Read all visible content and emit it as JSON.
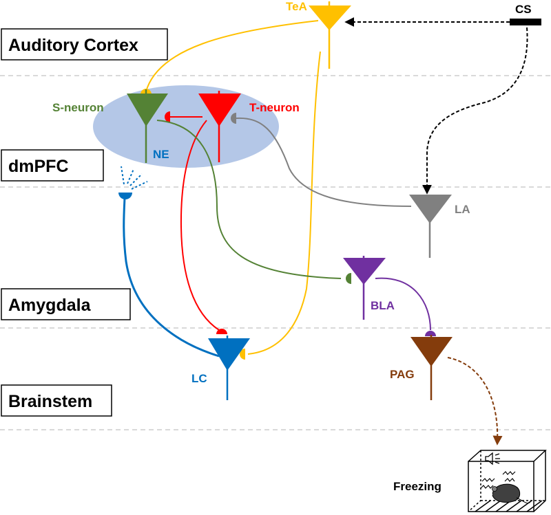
{
  "regions": {
    "auditory_cortex": "Auditory Cortex",
    "dmpfc": "dmPFC",
    "amygdala": "Amygdala",
    "brainstem": "Brainstem"
  },
  "neurons": {
    "tea": "TeA",
    "s_neuron": "S-neuron",
    "t_neuron": "T-neuron",
    "ne": "NE",
    "la": "LA",
    "bla": "BLA",
    "lc": "LC",
    "pag": "PAG"
  },
  "stimulus": {
    "cs": "CS"
  },
  "behavior": {
    "freezing": "Freezing"
  },
  "colors": {
    "tea": "#FFC000",
    "s_neuron": "#548235",
    "t_neuron": "#FF0000",
    "ne": "#0070C0",
    "la": "#808080",
    "bla": "#7030A0",
    "lc": "#0070C0",
    "pag": "#843C0C",
    "ellipse": "#B4C7E7",
    "divider": "#D9D9D9"
  }
}
